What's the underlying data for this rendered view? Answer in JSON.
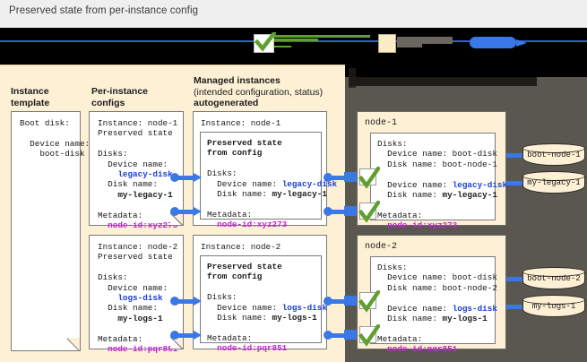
{
  "caption": "Preserved state from per-instance config",
  "colors": {
    "canvas": "#fdf0d5",
    "panel_right": "#5a5650",
    "accent_blue": "#3b78e7",
    "link_blue": "#1a3fd4",
    "magenta": "#c521d6",
    "check_green": "#5f9f2f",
    "redaction": "#000000"
  },
  "legend": {
    "note": "legend row is redacted / blacked out in the screenshot",
    "items": [
      {
        "icon": "check-icon",
        "label": ""
      },
      {
        "icon": "tan-swatch-icon",
        "label": ""
      },
      {
        "icon": "blue-arrow-icon",
        "label": ""
      }
    ]
  },
  "columns": {
    "instance_template": {
      "line1": "Instance",
      "line2": "template"
    },
    "per_instance_configs": {
      "line1": "Per-instance",
      "line2": "configs"
    },
    "managed_instances": {
      "line1": "Managed instances",
      "line2": "(intended configuration, status)",
      "line3": "autogenerated"
    },
    "right_panel_heading": ""
  },
  "instance_template": {
    "lines": [
      "Boot disk:",
      "",
      "  Device name:",
      "    boot-disk"
    ]
  },
  "per_instance_configs": [
    {
      "id": "node-1",
      "title": "Instance: node-1",
      "subtitle": "Preserved state",
      "disks_label": "Disks:",
      "device_name_label": "  Device name:",
      "device_name_value": "    legacy-disk",
      "disk_name_label": "  Disk name:",
      "disk_name_value": "    my-legacy-1",
      "metadata_label": "Metadata:",
      "metadata_value": "  node-id:xyz273"
    },
    {
      "id": "node-2",
      "title": "Instance: node-2",
      "subtitle": "Preserved state",
      "disks_label": "Disks:",
      "device_name_label": "  Device name:",
      "device_name_value": "    logs-disk",
      "disk_name_label": "  Disk name:",
      "disk_name_value": "    my-logs-1",
      "metadata_label": "Metadata:",
      "metadata_value": "  node-id:pqr851"
    }
  ],
  "managed_instances": [
    {
      "id": "node-1",
      "title": "Instance: node-1",
      "preserved_line1": "Preserved state",
      "preserved_line2": "from config",
      "disks_label": "Disks:",
      "device_name_label": "  Device name: ",
      "device_name_value": "legacy-disk",
      "disk_name_label": "  Disk name: ",
      "disk_name_value": "my-legacy-1",
      "metadata_label": "Metadata:",
      "metadata_value": "  node-id:xyz273"
    },
    {
      "id": "node-2",
      "title": "Instance: node-2",
      "preserved_line1": "Preserved state",
      "preserved_line2": "from config",
      "disks_label": "Disks:",
      "device_name_label": "  Device name: ",
      "device_name_value": "logs-disk",
      "disk_name_label": "  Disk name: ",
      "disk_name_value": "my-logs-1",
      "metadata_label": "Metadata:",
      "metadata_value": "  node-id:pqr851"
    }
  ],
  "nodes": [
    {
      "name": "node-1",
      "disks_label": "Disks:",
      "boot_device_label": "  Device name: boot-disk",
      "boot_disk_label": "  Disk name: boot-node-1",
      "attached_device_label": "  Device name: ",
      "attached_device_value": "legacy-disk",
      "attached_disk_label": "  Disk name: ",
      "attached_disk_value": "my-legacy-1",
      "metadata_label": "Metadata:",
      "metadata_value": "  node-id:xyz273",
      "disks": [
        "boot-node-1",
        "my-legacy-1"
      ]
    },
    {
      "name": "node-2",
      "disks_label": "Disks:",
      "boot_device_label": "  Device name: boot-disk",
      "boot_disk_label": "  Disk name: boot-node-2",
      "attached_device_label": "  Device name: ",
      "attached_device_value": "logs-disk",
      "attached_disk_label": "  Disk name: ",
      "attached_disk_value": "my-logs-1",
      "metadata_label": "Metadata:",
      "metadata_value": "  node-id:pqr851",
      "disks": [
        "boot-node-2",
        "my-logs-1"
      ]
    }
  ]
}
